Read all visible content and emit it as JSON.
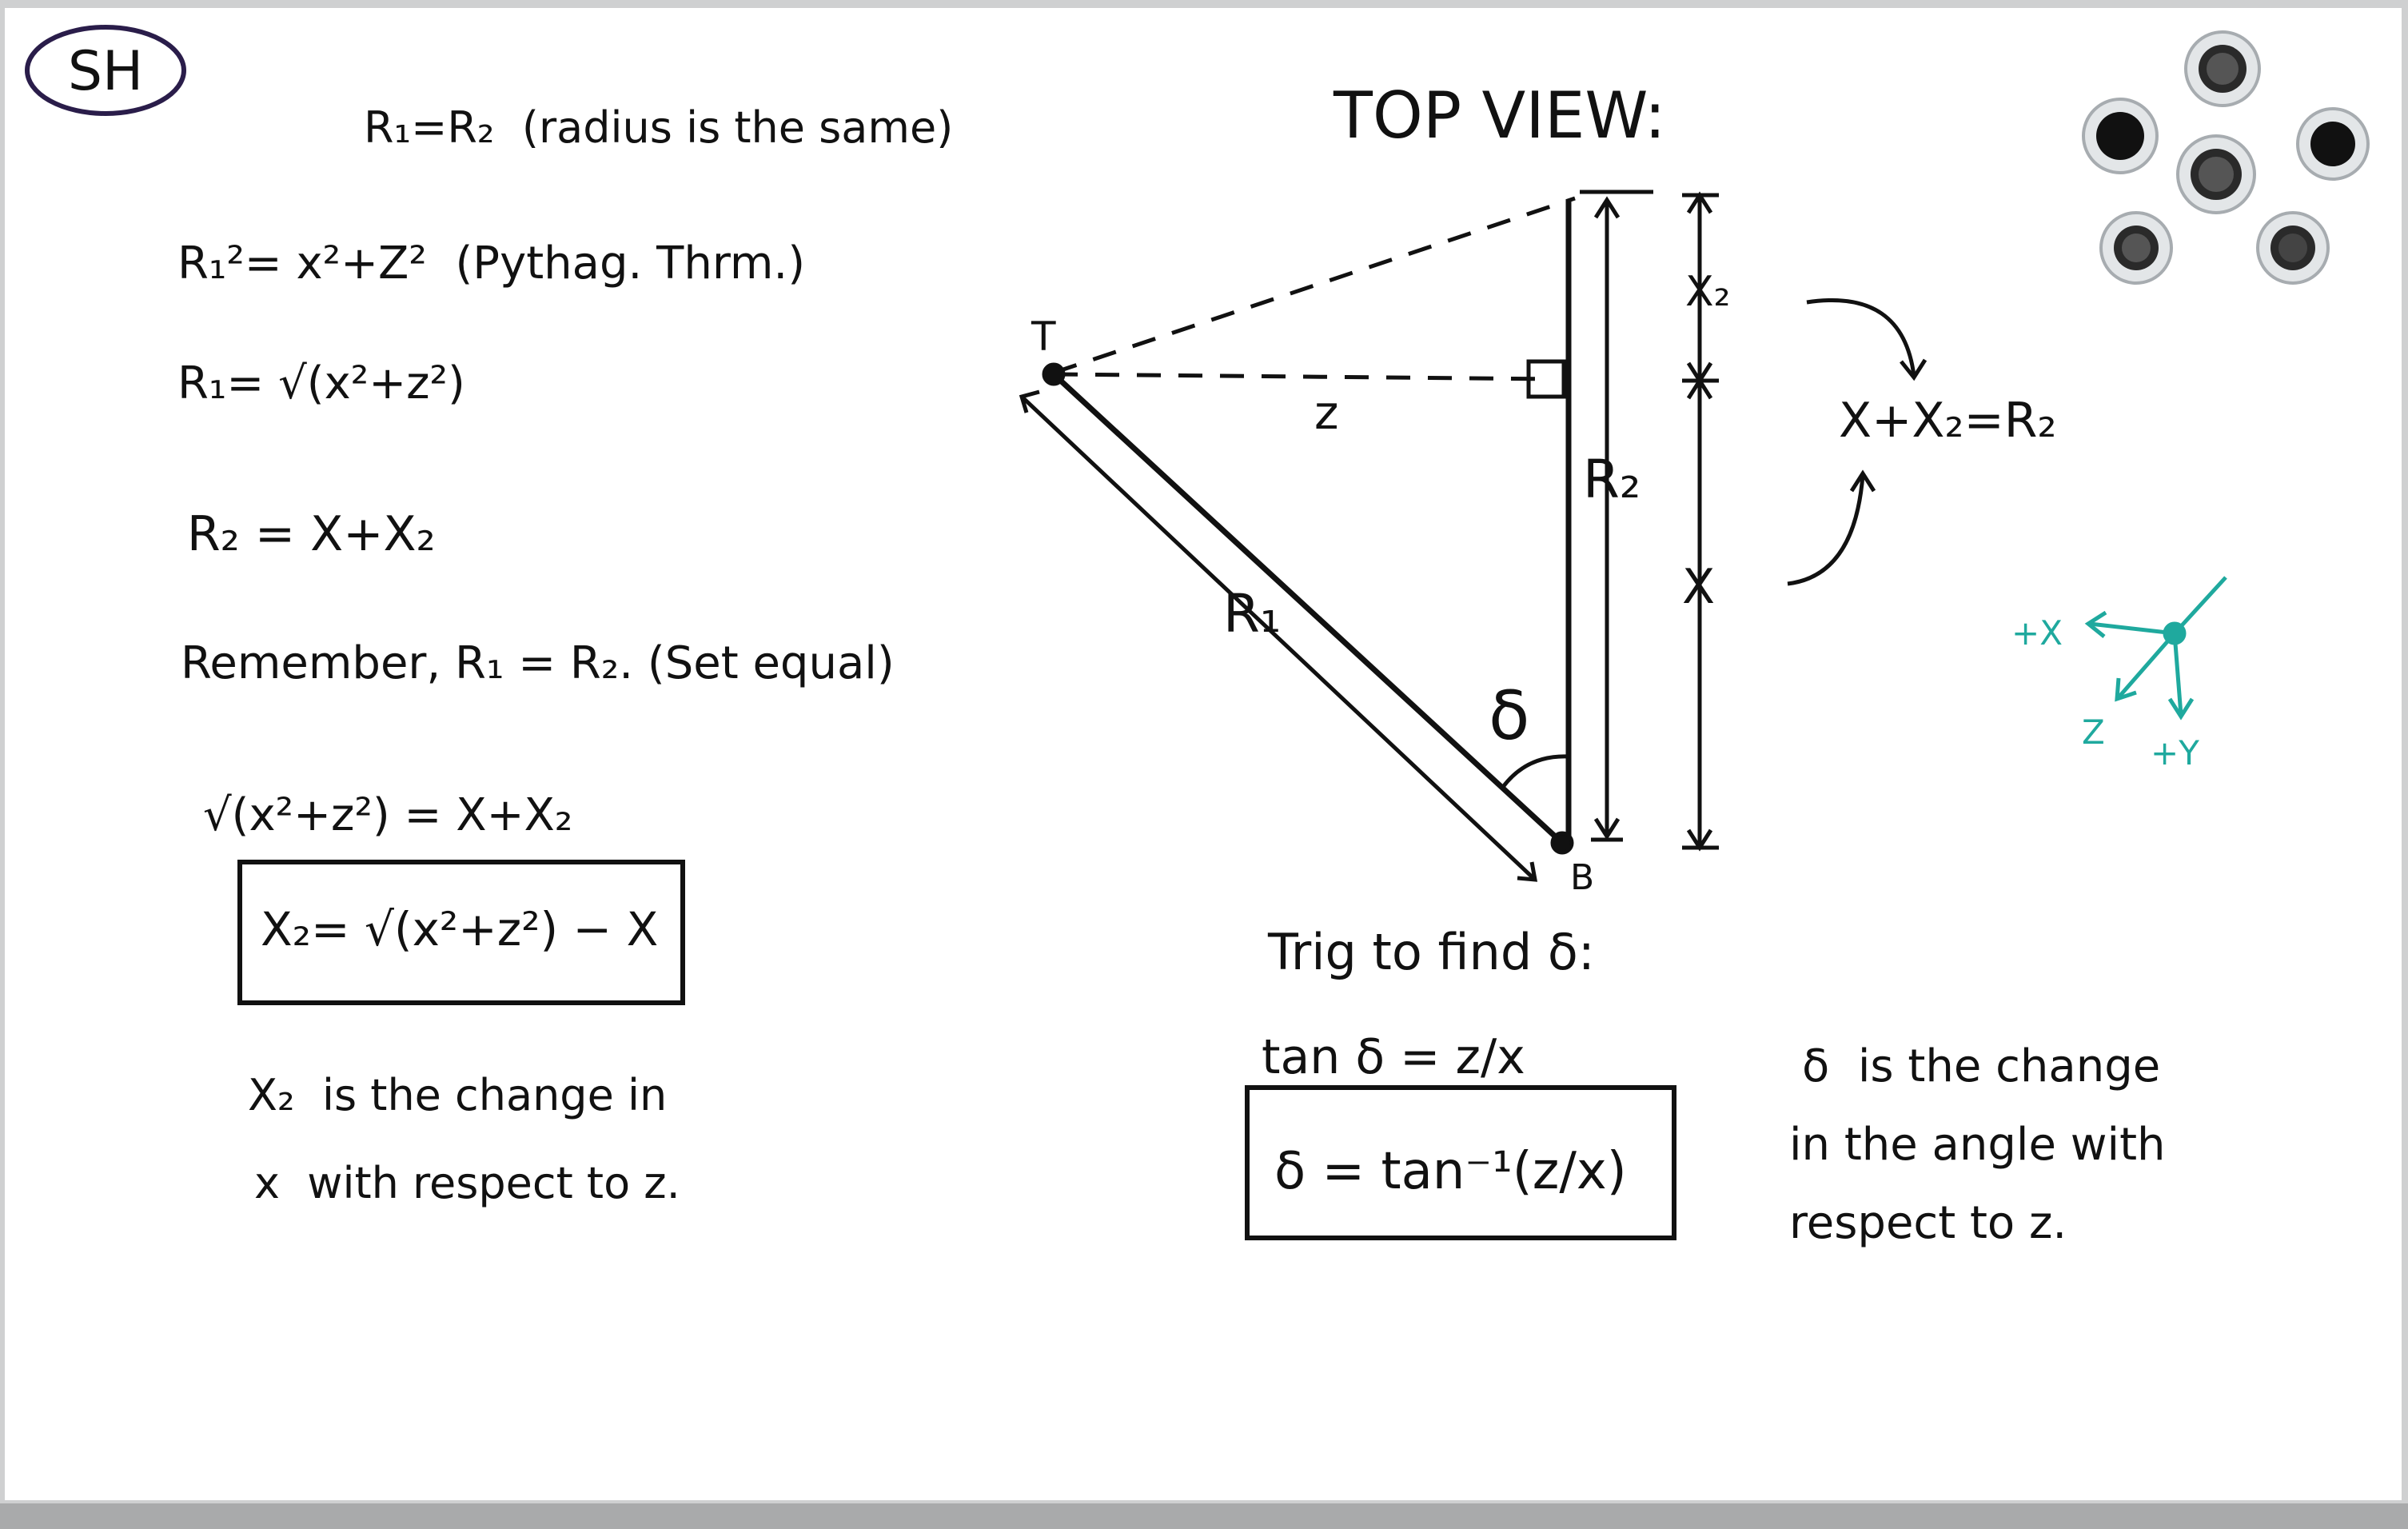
{
  "colors": {
    "ink": "#111111",
    "teal": "#1fa99e",
    "board": "#ffffff",
    "frame": "#c9cacb"
  },
  "logo": "SH",
  "left": {
    "l1": "R₁=R₂  (radius is the same)",
    "l2": "R₁²= x²+Z²  (Pythag. Thrm.)",
    "l3": "R₁= √(x²+z²)",
    "l4": "R₂ = X+X₂",
    "l5": "Remember, R₁ = R₂. (Set equal)",
    "l6": "√(x²+z²) = X+X₂",
    "boxed": "X₂= √(x²+z²) − X",
    "note1": "X₂  is the change in",
    "note2": "x  with respect to z."
  },
  "diagram": {
    "title": "TOP VIEW:",
    "point_t": "T",
    "point_b": "B",
    "label_z": "z",
    "label_r1": "R₁",
    "label_r2": "R₂",
    "label_x2": "X₂",
    "label_x": "X",
    "label_delta": "δ",
    "relation": "X+X₂=R₂"
  },
  "bottom": {
    "trig": "Trig to find δ:",
    "tan": "tan δ = z/x",
    "boxed": "δ = tan⁻¹(z/x)"
  },
  "right_note": {
    "line1": "δ  is the change",
    "line2": "in the angle with",
    "line3": "respect to z."
  },
  "axes": {
    "x": "+X",
    "z": "Z",
    "y": "+Y"
  },
  "magnets": [
    "magnet",
    "magnet",
    "magnet",
    "magnet",
    "magnet",
    "magnet"
  ]
}
